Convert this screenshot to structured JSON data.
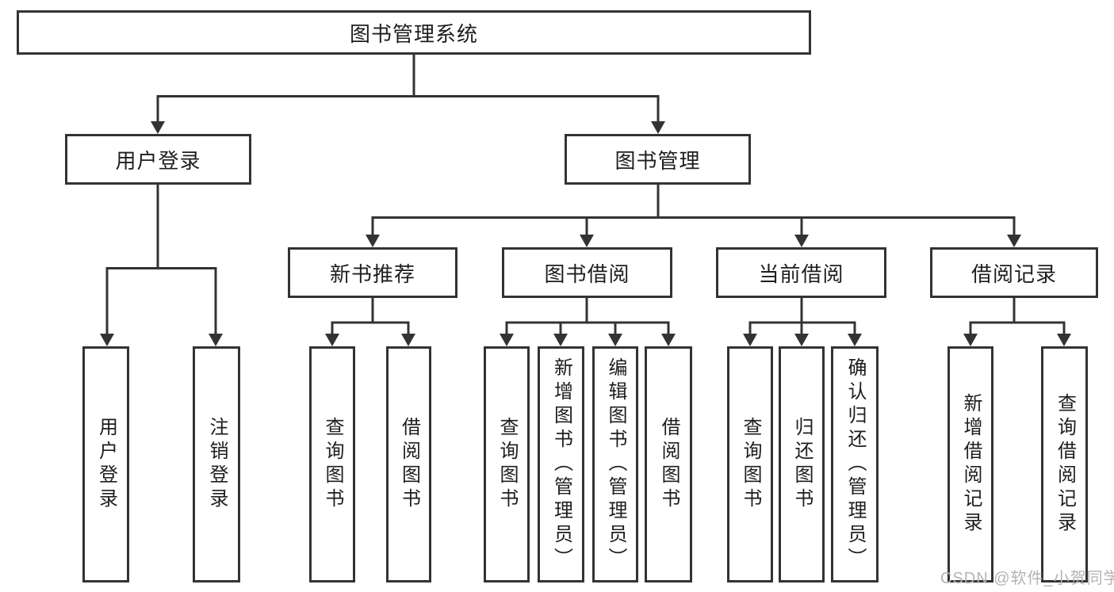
{
  "diagram": {
    "root": {
      "label": "图书管理系统"
    },
    "branches": {
      "user_login": {
        "label": "用户登录"
      },
      "book_mgmt": {
        "label": "图书管理"
      },
      "new_books": {
        "label": "新书推荐"
      },
      "book_borrow": {
        "label": "图书借阅"
      },
      "current_borrow": {
        "label": "当前借阅"
      },
      "borrow_records": {
        "label": "借阅记录"
      }
    },
    "leaves": {
      "user_login": {
        "login": "用户登录",
        "logout": "注销登录"
      },
      "new_books": {
        "query": "查询图书",
        "borrow": "借阅图书"
      },
      "book_borrow": {
        "query": "查询图书",
        "add": "新增图书（管理员）",
        "edit": "编辑图书（管理员）",
        "borrow": "借阅图书"
      },
      "current_borrow": {
        "query": "查询图书",
        "return": "归还图书",
        "confirm": "确认归还（管理员）"
      },
      "borrow_records": {
        "add": "新增借阅记录",
        "query": "查询借阅记录"
      }
    }
  },
  "watermark": "CSDN @软件_小贺同学",
  "colors": {
    "line": "#333333",
    "text": "#1e1e1e",
    "watermark": "#b3b3b3",
    "background": "#ffffff"
  }
}
